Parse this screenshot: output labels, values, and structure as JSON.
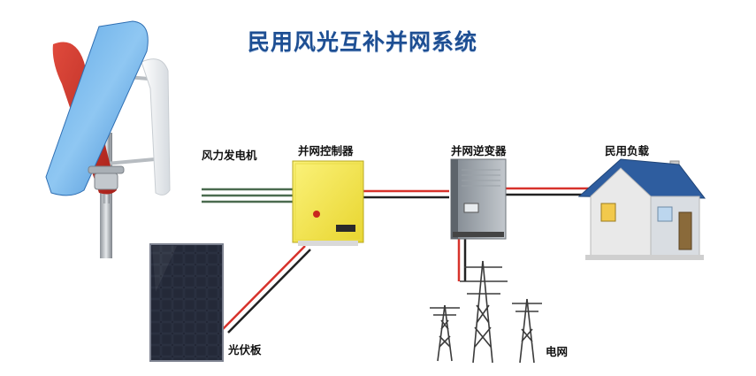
{
  "title": "民用风光互补并网系统",
  "labels": {
    "wind_turbine": "风力发电机",
    "grid_controller": "并网控制器",
    "grid_inverter": "并网逆变器",
    "household_load": "民用负载",
    "solar_panel": "光伏板",
    "power_grid": "电网"
  },
  "colors": {
    "title": "#1e4f93",
    "wire_red": "#d7322b",
    "wire_dark": "#222222",
    "wire_green": "#4a6b4f",
    "controller_body": "#f3e94a",
    "roof": "#2e5d9f"
  }
}
